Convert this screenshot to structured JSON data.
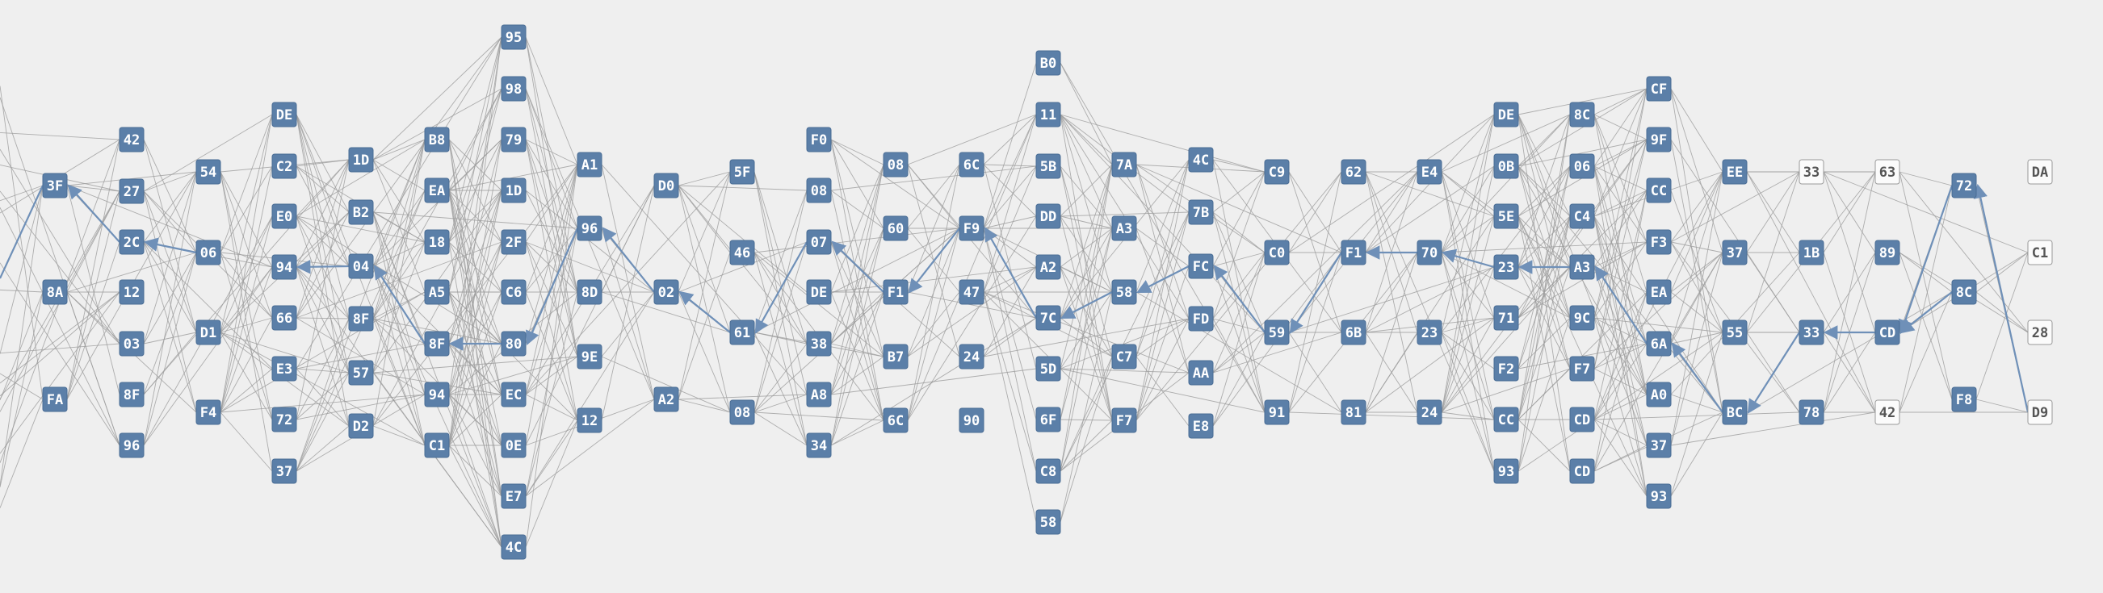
{
  "colors": {
    "background": "#efefef",
    "node": "#5b7fa8",
    "node_light": "#fbfbfb",
    "edge": "#9c9c9c",
    "edge_highlight": "#6f90b8"
  },
  "nodes": [
    {
      "id": "3F",
      "label": "3F"
    },
    {
      "id": "8A",
      "label": "8A"
    },
    {
      "id": "FA",
      "label": "FA"
    },
    {
      "id": "42a",
      "label": "42"
    },
    {
      "id": "27",
      "label": "27"
    },
    {
      "id": "2C",
      "label": "2C"
    },
    {
      "id": "12a",
      "label": "12"
    },
    {
      "id": "03",
      "label": "03"
    },
    {
      "id": "8Fa",
      "label": "8F"
    },
    {
      "id": "96a",
      "label": "96"
    },
    {
      "id": "54",
      "label": "54"
    },
    {
      "id": "06a",
      "label": "06"
    },
    {
      "id": "D1",
      "label": "D1"
    },
    {
      "id": "F4",
      "label": "F4"
    },
    {
      "id": "DEa",
      "label": "DE"
    },
    {
      "id": "C2",
      "label": "C2"
    },
    {
      "id": "E0",
      "label": "E0"
    },
    {
      "id": "94a",
      "label": "94"
    },
    {
      "id": "66",
      "label": "66"
    },
    {
      "id": "E3",
      "label": "E3"
    },
    {
      "id": "72a",
      "label": "72"
    },
    {
      "id": "37a",
      "label": "37"
    },
    {
      "id": "1Da",
      "label": "1D"
    },
    {
      "id": "B2",
      "label": "B2"
    },
    {
      "id": "04",
      "label": "04"
    },
    {
      "id": "8Fb",
      "label": "8F"
    },
    {
      "id": "57",
      "label": "57"
    },
    {
      "id": "D2",
      "label": "D2"
    },
    {
      "id": "B8",
      "label": "B8"
    },
    {
      "id": "EA1",
      "label": "EA"
    },
    {
      "id": "18",
      "label": "18"
    },
    {
      "id": "A5",
      "label": "A5"
    },
    {
      "id": "8Fc",
      "label": "8F"
    },
    {
      "id": "94b",
      "label": "94"
    },
    {
      "id": "C1a",
      "label": "C1"
    },
    {
      "id": "95",
      "label": "95"
    },
    {
      "id": "98",
      "label": "98"
    },
    {
      "id": "79",
      "label": "79"
    },
    {
      "id": "1Db",
      "label": "1D"
    },
    {
      "id": "2F",
      "label": "2F"
    },
    {
      "id": "C6",
      "label": "C6"
    },
    {
      "id": "80",
      "label": "80"
    },
    {
      "id": "EC",
      "label": "EC"
    },
    {
      "id": "0E",
      "label": "0E"
    },
    {
      "id": "E7",
      "label": "E7"
    },
    {
      "id": "4Ca",
      "label": "4C"
    },
    {
      "id": "A1",
      "label": "A1"
    },
    {
      "id": "96b",
      "label": "96"
    },
    {
      "id": "8D",
      "label": "8D"
    },
    {
      "id": "9E",
      "label": "9E"
    },
    {
      "id": "12b",
      "label": "12"
    },
    {
      "id": "D0",
      "label": "D0"
    },
    {
      "id": "02",
      "label": "02"
    },
    {
      "id": "A2a",
      "label": "A2"
    },
    {
      "id": "5F",
      "label": "5F"
    },
    {
      "id": "46",
      "label": "46"
    },
    {
      "id": "61",
      "label": "61"
    },
    {
      "id": "08a",
      "label": "08"
    },
    {
      "id": "F0",
      "label": "F0"
    },
    {
      "id": "08b",
      "label": "08"
    },
    {
      "id": "07",
      "label": "07"
    },
    {
      "id": "DEb",
      "label": "DE"
    },
    {
      "id": "38",
      "label": "38"
    },
    {
      "id": "A8",
      "label": "A8"
    },
    {
      "id": "34",
      "label": "34"
    },
    {
      "id": "08c",
      "label": "08"
    },
    {
      "id": "60",
      "label": "60"
    },
    {
      "id": "F1a",
      "label": "F1"
    },
    {
      "id": "B7",
      "label": "B7"
    },
    {
      "id": "6Ca",
      "label": "6C"
    },
    {
      "id": "6Cb",
      "label": "6C"
    },
    {
      "id": "F9",
      "label": "F9"
    },
    {
      "id": "47",
      "label": "47"
    },
    {
      "id": "24a",
      "label": "24"
    },
    {
      "id": "90",
      "label": "90"
    },
    {
      "id": "B0",
      "label": "B0"
    },
    {
      "id": "11",
      "label": "11"
    },
    {
      "id": "5B",
      "label": "5B"
    },
    {
      "id": "DD",
      "label": "DD"
    },
    {
      "id": "A2b",
      "label": "A2"
    },
    {
      "id": "7C",
      "label": "7C"
    },
    {
      "id": "5D",
      "label": "5D"
    },
    {
      "id": "6F",
      "label": "6F"
    },
    {
      "id": "C8",
      "label": "C8"
    },
    {
      "id": "58a",
      "label": "58"
    },
    {
      "id": "7A",
      "label": "7A"
    },
    {
      "id": "A3a",
      "label": "A3"
    },
    {
      "id": "58b",
      "label": "58"
    },
    {
      "id": "C7",
      "label": "C7"
    },
    {
      "id": "F7a",
      "label": "F7"
    },
    {
      "id": "4Cb",
      "label": "4C"
    },
    {
      "id": "7B",
      "label": "7B"
    },
    {
      "id": "FC",
      "label": "FC"
    },
    {
      "id": "FD",
      "label": "FD"
    },
    {
      "id": "AA",
      "label": "AA"
    },
    {
      "id": "E8",
      "label": "E8"
    },
    {
      "id": "C9",
      "label": "C9"
    },
    {
      "id": "C0",
      "label": "C0"
    },
    {
      "id": "59",
      "label": "59"
    },
    {
      "id": "91",
      "label": "91"
    },
    {
      "id": "62",
      "label": "62"
    },
    {
      "id": "F1b",
      "label": "F1"
    },
    {
      "id": "6B",
      "label": "6B"
    },
    {
      "id": "81",
      "label": "81"
    },
    {
      "id": "E4",
      "label": "E4"
    },
    {
      "id": "70",
      "label": "70"
    },
    {
      "id": "23a",
      "label": "23"
    },
    {
      "id": "24b",
      "label": "24"
    },
    {
      "id": "DEc",
      "label": "DE"
    },
    {
      "id": "0B",
      "label": "0B"
    },
    {
      "id": "5E",
      "label": "5E"
    },
    {
      "id": "23b",
      "label": "23"
    },
    {
      "id": "71",
      "label": "71"
    },
    {
      "id": "F2",
      "label": "F2"
    },
    {
      "id": "CCa",
      "label": "CC"
    },
    {
      "id": "93a",
      "label": "93"
    },
    {
      "id": "8Ca",
      "label": "8C"
    },
    {
      "id": "06b",
      "label": "06"
    },
    {
      "id": "C4",
      "label": "C4"
    },
    {
      "id": "A3b",
      "label": "A3"
    },
    {
      "id": "9C",
      "label": "9C"
    },
    {
      "id": "F7b",
      "label": "F7"
    },
    {
      "id": "CDa",
      "label": "CD"
    },
    {
      "id": "CDb",
      "label": "CD"
    },
    {
      "id": "CF",
      "label": "CF"
    },
    {
      "id": "9F",
      "label": "9F"
    },
    {
      "id": "CCb",
      "label": "CC"
    },
    {
      "id": "F3",
      "label": "F3"
    },
    {
      "id": "EA2",
      "label": "EA"
    },
    {
      "id": "6A",
      "label": "6A"
    },
    {
      "id": "A0",
      "label": "A0"
    },
    {
      "id": "37b",
      "label": "37"
    },
    {
      "id": "93b",
      "label": "93"
    },
    {
      "id": "EE",
      "label": "EE"
    },
    {
      "id": "37c",
      "label": "37"
    },
    {
      "id": "55",
      "label": "55"
    },
    {
      "id": "BC",
      "label": "BC"
    },
    {
      "id": "33a",
      "label": "33",
      "light": true
    },
    {
      "id": "1B",
      "label": "1B"
    },
    {
      "id": "33b",
      "label": "33"
    },
    {
      "id": "78",
      "label": "78"
    },
    {
      "id": "63",
      "label": "63",
      "light": true
    },
    {
      "id": "89",
      "label": "89"
    },
    {
      "id": "CDc",
      "label": "CD"
    },
    {
      "id": "42b",
      "label": "42",
      "light": true
    },
    {
      "id": "72b",
      "label": "72"
    },
    {
      "id": "8Cb",
      "label": "8C"
    },
    {
      "id": "F8",
      "label": "F8"
    },
    {
      "id": "DA",
      "label": "DA",
      "light": true
    },
    {
      "id": "C1b",
      "label": "C1",
      "light": true
    },
    {
      "id": "28",
      "label": "28",
      "light": true
    },
    {
      "id": "D9",
      "label": "D9",
      "light": true
    }
  ],
  "highlight_edges": [
    [
      "2C",
      "3F"
    ],
    [
      "06a",
      "2C"
    ],
    [
      "04",
      "94a"
    ],
    [
      "8Fc",
      "04"
    ],
    [
      "80",
      "8Fc"
    ],
    [
      "96b",
      "80"
    ],
    [
      "02",
      "96b"
    ],
    [
      "61",
      "02"
    ],
    [
      "07",
      "61"
    ],
    [
      "F1a",
      "07"
    ],
    [
      "F9",
      "F1a"
    ],
    [
      "7C",
      "F9"
    ],
    [
      "58b",
      "7C"
    ],
    [
      "FC",
      "58b"
    ],
    [
      "59",
      "FC"
    ],
    [
      "F1b",
      "59"
    ],
    [
      "70",
      "F1b"
    ],
    [
      "23b",
      "70"
    ],
    [
      "A3b",
      "23b"
    ],
    [
      "6A",
      "A3b"
    ],
    [
      "BC",
      "6A"
    ],
    [
      "33b",
      "BC"
    ],
    [
      "CDc",
      "33b"
    ],
    [
      "72b",
      "CDc"
    ],
    [
      "D9",
      "72b"
    ],
    [
      "8Cb",
      "CDc"
    ]
  ]
}
